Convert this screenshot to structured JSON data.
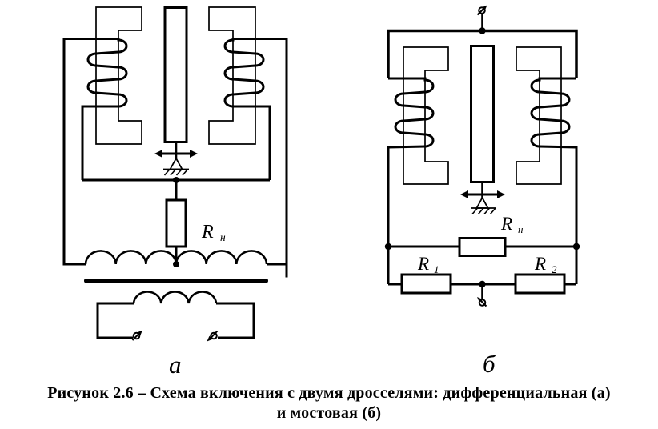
{
  "colors": {
    "ink": "#000000",
    "paper": "#ffffff"
  },
  "caption": {
    "line1": "Рисунок 2.6 – Схема включения с двумя дросселями: дифференциальная (а)",
    "line2": "и мостовая (б)"
  },
  "diagram_a": {
    "label": "а",
    "load_resistor": {
      "symbol": "R",
      "subscript": "н"
    }
  },
  "diagram_b": {
    "label": "б",
    "load_resistor": {
      "symbol": "R",
      "subscript": "н"
    },
    "resistor_1": {
      "symbol": "R",
      "subscript": "1"
    },
    "resistor_2": {
      "symbol": "R",
      "subscript": "2"
    }
  }
}
